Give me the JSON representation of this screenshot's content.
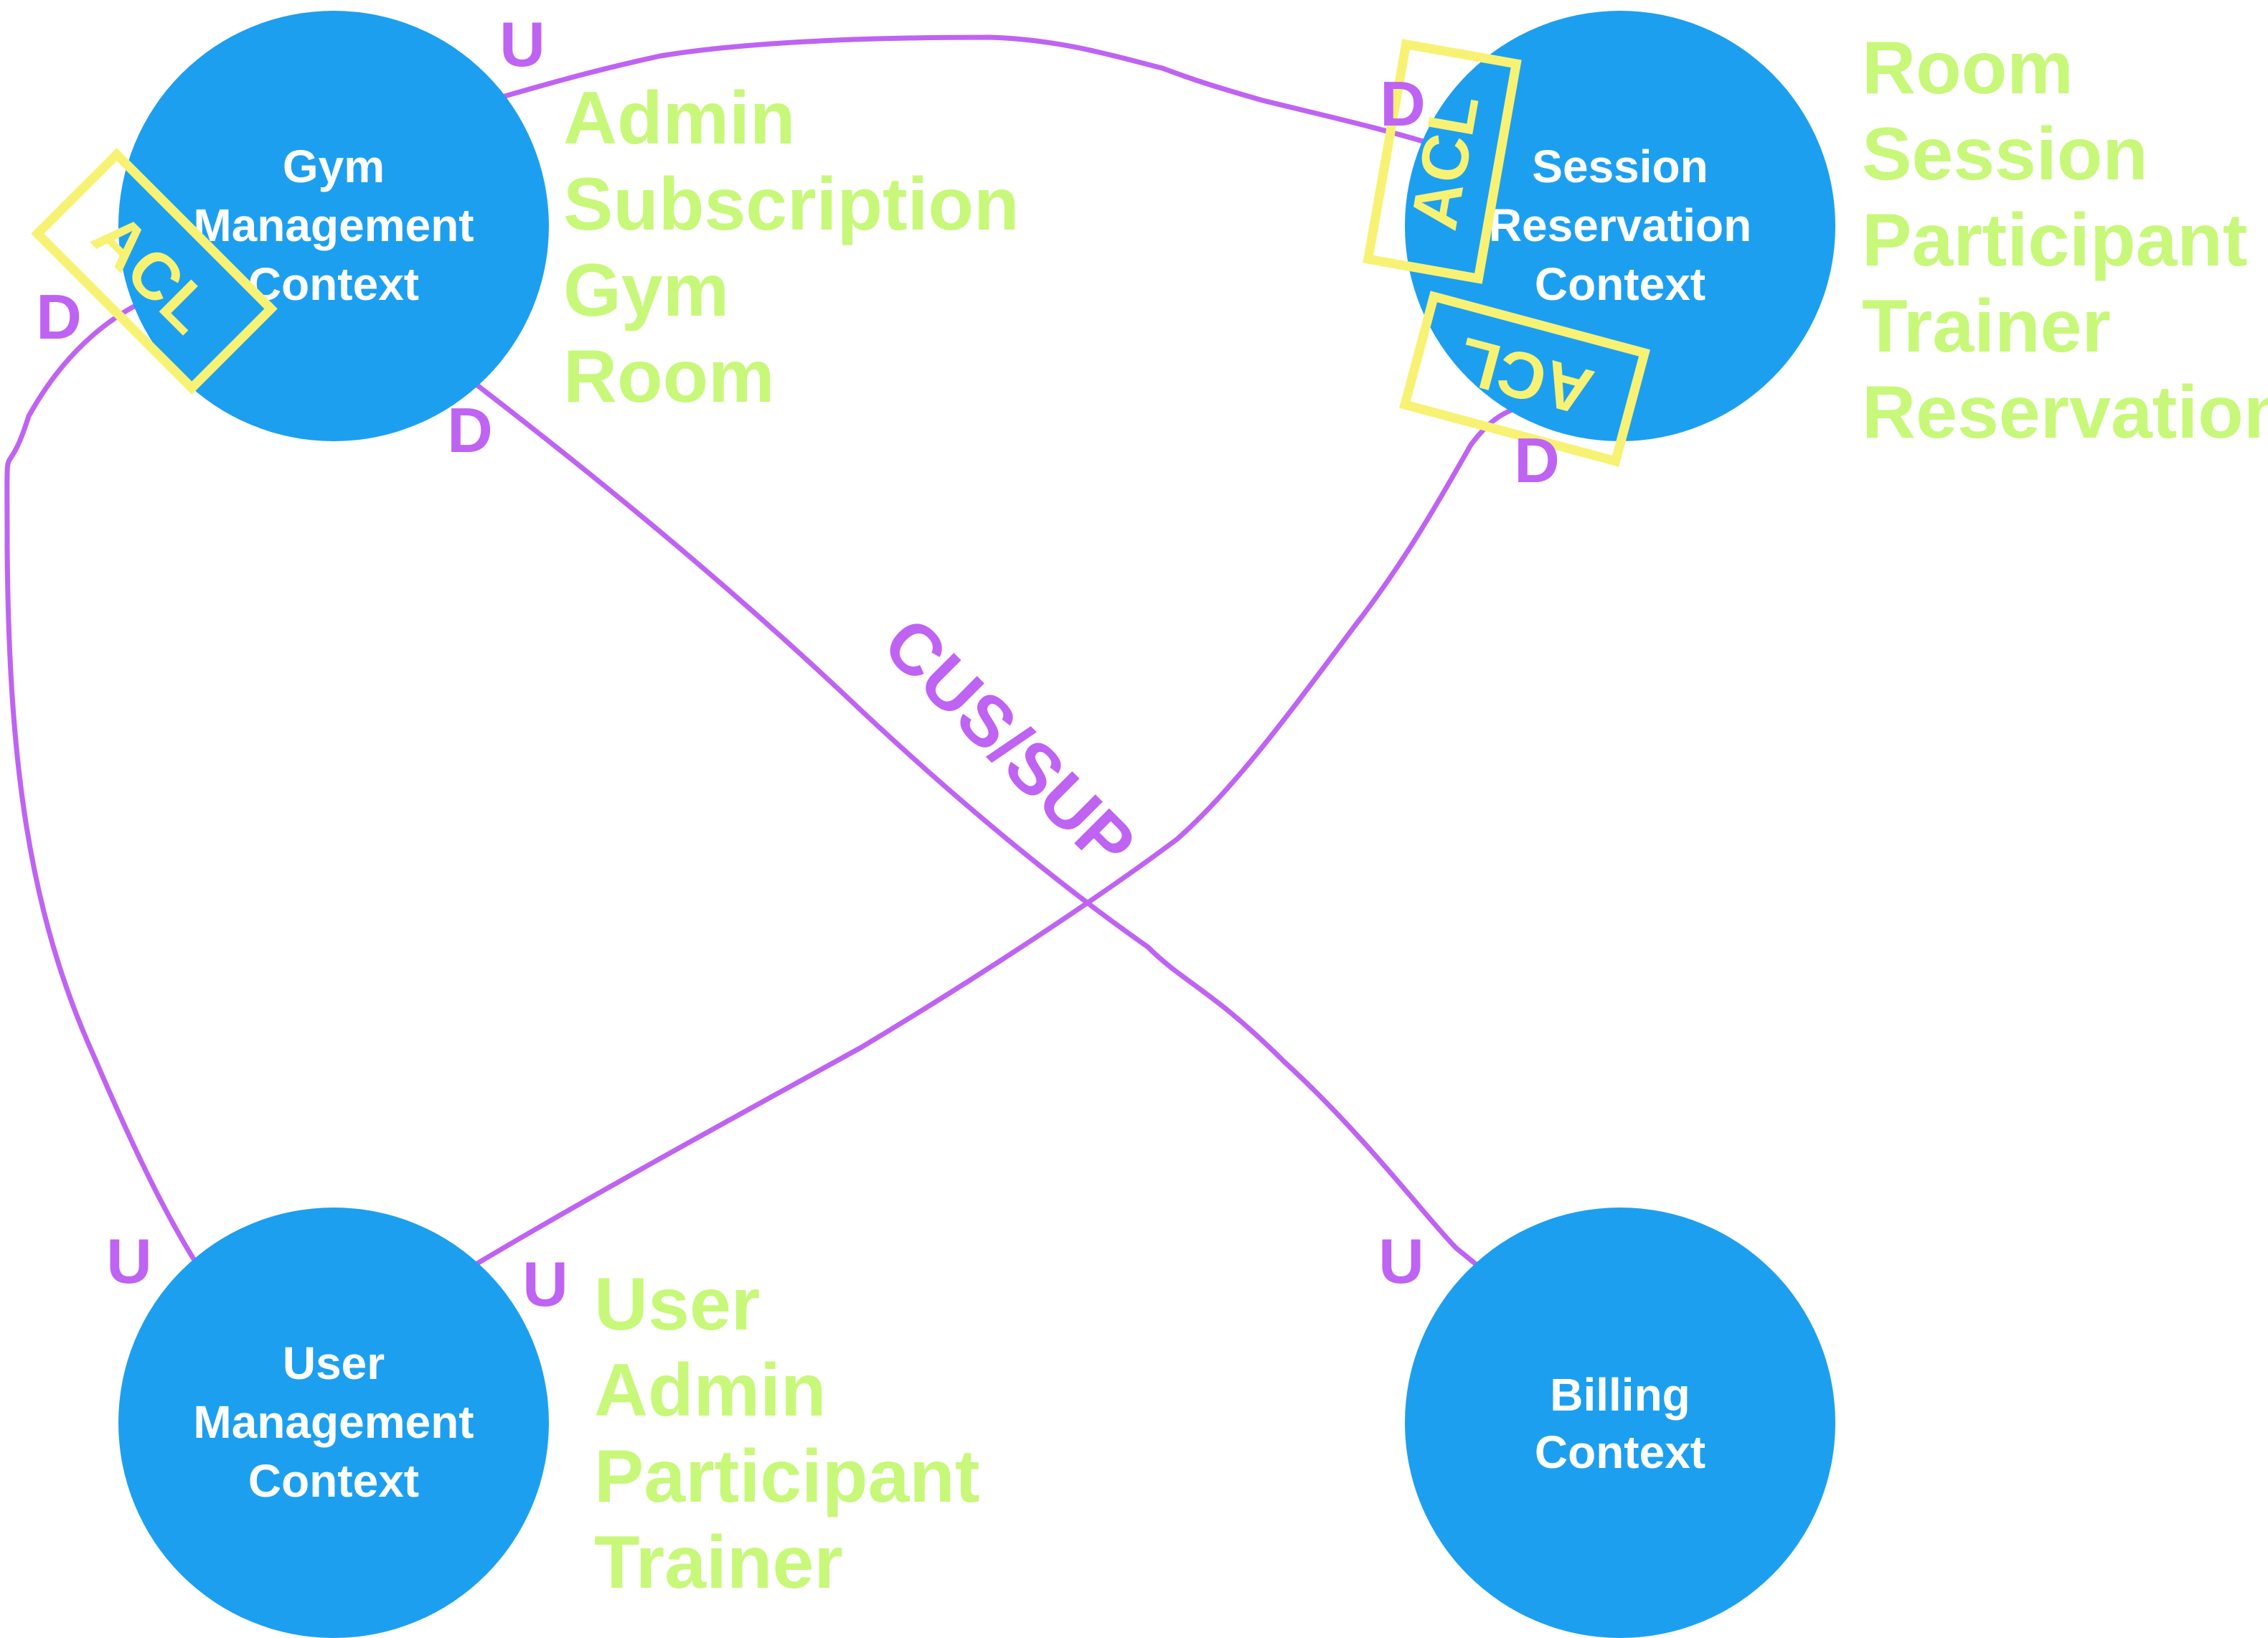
{
  "contexts": {
    "gym": {
      "lines": [
        "Gym",
        "Management",
        "Context"
      ],
      "entities": [
        "Admin",
        "Subscription",
        "Gym",
        "Room"
      ]
    },
    "session": {
      "lines": [
        "Session",
        "Reservation",
        "Context"
      ],
      "entities": [
        "Room",
        "Session",
        "Participant",
        "Trainer",
        "Reservation"
      ]
    },
    "user": {
      "lines": [
        "User",
        "Management",
        "Context"
      ],
      "entities": [
        "User",
        "Admin",
        "Participant",
        "Trainer"
      ]
    },
    "billing": {
      "lines": [
        "Billing",
        "Context"
      ]
    }
  },
  "markers": {
    "upstream": "U",
    "downstream": "D"
  },
  "acl_label": "ACL",
  "relationship_label": "CUS/SUP",
  "colors": {
    "context_fill": "#1d9ff0",
    "entity_text": "#c8f87a",
    "relation_line": "#bf63f3",
    "acl": "#f8f274"
  }
}
